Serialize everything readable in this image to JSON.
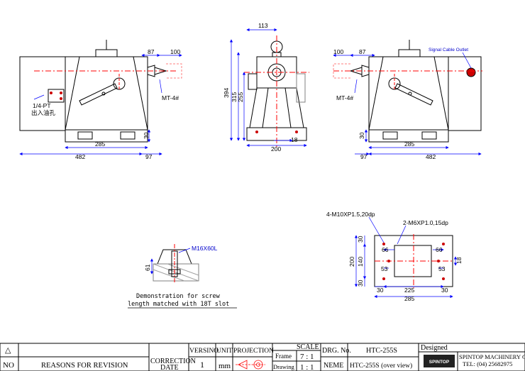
{
  "colors": {
    "line": "#000000",
    "dim": "#0000ff",
    "center": "#ff0000",
    "hole": "#cc0000",
    "outline": "#808080"
  },
  "left_view": {
    "dims": {
      "top_left": "87",
      "top_right": "100",
      "taper": "MT-4#",
      "base_h": "30",
      "base_w": "285",
      "total_w": "482",
      "right_w": "97"
    },
    "port_label": "1/4-PT",
    "port_label_cn": "出入油孔"
  },
  "front_view": {
    "dims": {
      "top": "113",
      "h1": "394",
      "h2": "315",
      "h3": "255",
      "right": "18",
      "bottom": "200"
    }
  },
  "right_view": {
    "dims": {
      "top_left": "100",
      "top_right": "87",
      "taper": "MT-4#",
      "base_h": "30",
      "right_w": "97",
      "base_w": "285",
      "total_w": "482"
    },
    "signal_label": "Signal Cable Outlet"
  },
  "bottom_view": {
    "labels": {
      "holes_a": "4-M10XP1.5,20dp",
      "holes_b": "2-M6XP1.0,15dp"
    },
    "dims": {
      "h_total": "200",
      "h_mid": "140",
      "h_top": "30",
      "h_bot": "30",
      "w_left_a": "66",
      "w_right_a": "66",
      "w_left_b": "53",
      "w_right_b": "53",
      "right_18": "18",
      "w_30_left": "30",
      "w_225": "225",
      "w_30_right": "30",
      "w_total": "285"
    }
  },
  "screw_demo": {
    "label": "M16X60L",
    "dim": "61",
    "caption_1": "Demonstration for screw",
    "caption_2": "length matched with 18T slot"
  },
  "title_block": {
    "rev_symbol": "△",
    "no": "NO",
    "reasons": "REASONS FOR REVISION",
    "correction": "CORRECTION",
    "date": "DATE",
    "version_hdr": "VERSINO",
    "version_val": "1",
    "unit_hdr": "UNIT",
    "unit_val": "mm",
    "projection_hdr": "PROJECTION",
    "scale_hdr": "SCALE",
    "frame": "Frame",
    "frame_val": "7 : 1",
    "drawing": "Drawing",
    "drawing_val": "1 : 1",
    "drg_no_label": "DRG. No.",
    "drg_no": "HTC-255S",
    "name_label": "NEME",
    "name_val": "HTC-255S (over view)",
    "designed": "Designed",
    "company": "SPINTOP MACHINERY CO.,LTD.",
    "tel": "TEL: (04) 25682975",
    "logo_text": "SPINTOP"
  }
}
